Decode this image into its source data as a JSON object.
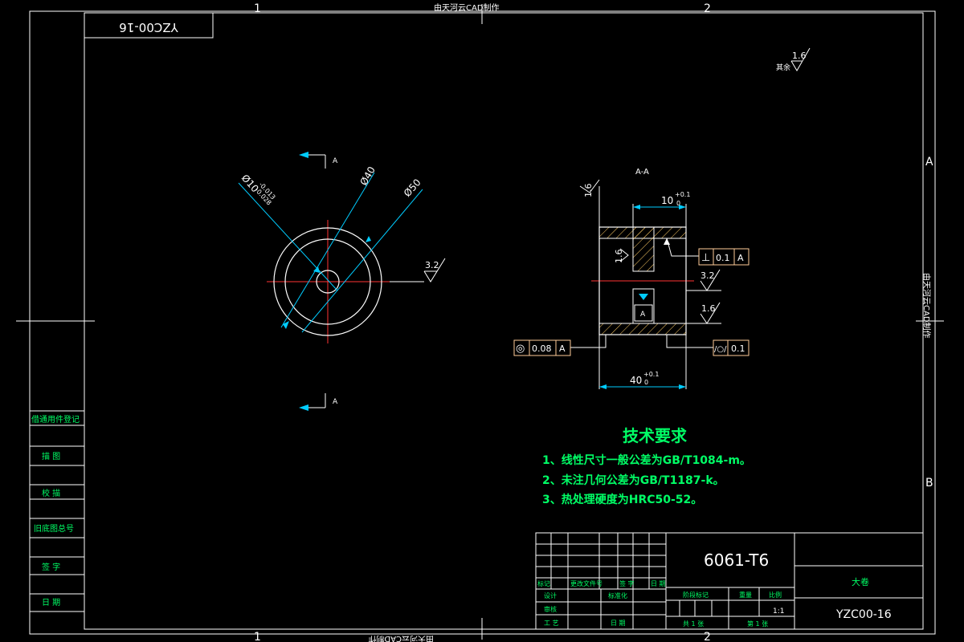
{
  "watermark": {
    "top": "由天河云CAD制作",
    "side": "由天河云CAD制作",
    "bottom": "由天河云CAD制作"
  },
  "zone_marks": {
    "top_1": "1",
    "top_2": "2",
    "bottom_1": "1",
    "bottom_2": "2",
    "right_A": "A",
    "right_B": "B"
  },
  "drawing_number_box": "YZC00-16",
  "roughness_default": {
    "value": "1.6",
    "label": "其余"
  },
  "front_view": {
    "section_mark": "A",
    "dims": {
      "bore": "Ø10",
      "bore_tol_upper": "-0.013",
      "bore_tol_lower": "-0.028",
      "d40": "Ø40",
      "d50": "Ø50"
    },
    "roughness": "3.2"
  },
  "section_view": {
    "title": "A-A",
    "dim_10": "10",
    "dim_10_upper": "+0.1",
    "dim_10_lower": "0",
    "dim_40": "40",
    "dim_40_upper": "+0.1",
    "dim_40_lower": "0",
    "rough_left": "1.6",
    "rough_inner": "1.6",
    "rough_right_1": "3.2",
    "rough_right_2": "1.6",
    "datum_label": "A",
    "fcf_perp": {
      "symbol": "⊥",
      "value": "0.1",
      "datum": "A"
    },
    "fcf_conc": {
      "symbol": "◎",
      "value": "0.08",
      "datum": "A"
    },
    "fcf_cyl": {
      "symbol": "/○/",
      "value": "0.1"
    }
  },
  "tech_requirements": {
    "title": "技术要求",
    "items": [
      "1、线性尺寸一般公差为GB/T1084-m。",
      "2、未注几何公差为GB/T1187-k。",
      "3、热处理硬度为HRC50-52。"
    ]
  },
  "side_table": [
    "借通用件登记",
    "描 图",
    "校 描",
    "旧底图总号",
    "签 字",
    "日 期"
  ],
  "title_block": {
    "material": "6061-T6",
    "part_name": "大卷",
    "part_number": "YZC00-16",
    "scale": "1:1",
    "rows": {
      "revision": [
        "标记",
        "更改文件号",
        "签 字",
        "日 期"
      ],
      "design": [
        "设计",
        "标准化"
      ],
      "review": "审核",
      "process": [
        "工 艺",
        "日 期"
      ],
      "stage_labels": [
        "阶段标记",
        "重量",
        "比例"
      ],
      "sheet": [
        "共 1 张",
        "第 1 张"
      ]
    }
  },
  "colors": {
    "frame": "#ffffff",
    "center": "#ff3333",
    "dim": "#00ccff",
    "outline": "#ffffff",
    "note": "#00ff66",
    "hatch": "#ffcc66",
    "fcf": "#ffcc99"
  }
}
